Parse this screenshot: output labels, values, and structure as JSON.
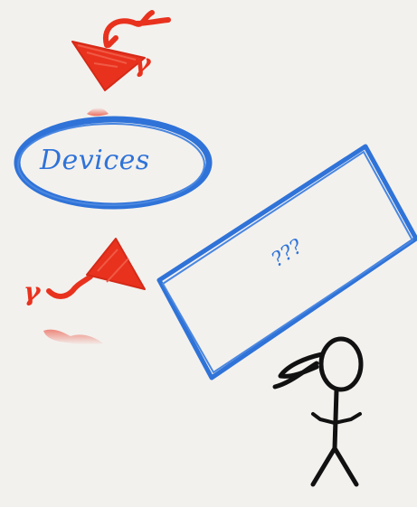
{
  "diagram": {
    "nodes": {
      "devices": {
        "label": "Devices"
      },
      "unknown_box": {
        "label": "???"
      }
    },
    "edge_labels": {
      "top_arrow": "γ",
      "bottom_arrow": "γ"
    },
    "figure": {
      "name": "stick-figure-person"
    }
  },
  "colors": {
    "background": "#f3f1ee",
    "blue": "#2f73d8",
    "red": "#e8321e",
    "ink": "#111111"
  }
}
